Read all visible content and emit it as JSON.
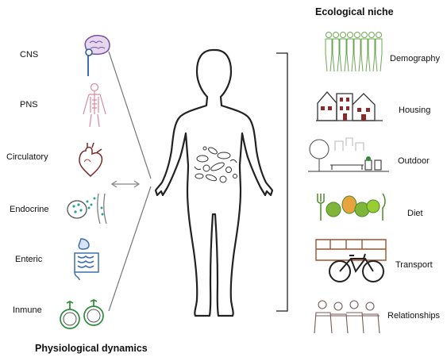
{
  "titles": {
    "ecological": "Ecological niche",
    "physiological": "Physiological dynamics"
  },
  "systems": [
    "CNS",
    "PNS",
    "Circulatory",
    "Endocrine",
    "Enteric",
    "Inmune"
  ],
  "niche": [
    "Demography",
    "Housing",
    "Outdoor",
    "Diet",
    "Transport",
    "Relationships"
  ],
  "colors": {
    "brain": "#7b4fa0",
    "nerves": "#d98aa0",
    "heart": "#c0392b",
    "endocrine": "#2aa198",
    "enteric": "#3d6fb0",
    "immune": "#2e8b3a",
    "demography": "#6aa84f",
    "housing": "#8b2a2a",
    "diet": "#4e8a2a",
    "transport": "#a0522d",
    "outline": "#222222",
    "connector": "#777777"
  },
  "icons": [
    "brain-icon",
    "nervous-system-icon",
    "heart-icon",
    "hormone-cell-icon",
    "intestine-icon",
    "immune-cells-icon",
    "crowd-icon",
    "houses-icon",
    "park-icon",
    "food-icon",
    "bus-bicycle-icon",
    "friends-group-icon",
    "human-body-icon",
    "gut-microbiome-icon"
  ]
}
